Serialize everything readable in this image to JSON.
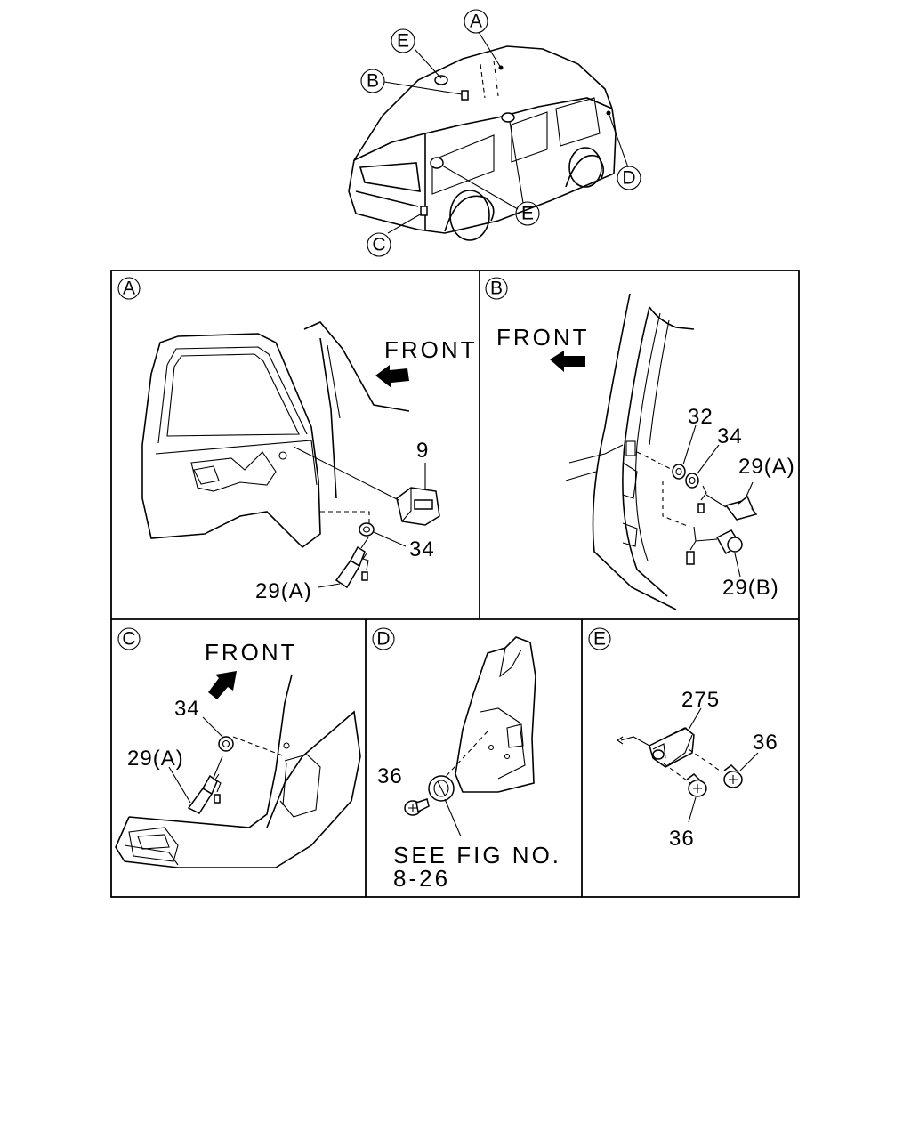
{
  "overview": {
    "callouts": [
      "A",
      "E",
      "B",
      "D",
      "E",
      "C"
    ]
  },
  "panels": {
    "A": {
      "badge": "A",
      "front_label": "FRONT",
      "parts": [
        "9",
        "34",
        "29(A)"
      ]
    },
    "B": {
      "badge": "B",
      "front_label": "FRONT",
      "parts": [
        "32",
        "34",
        "29(A)",
        "29(B)"
      ]
    },
    "C": {
      "badge": "C",
      "front_label": "FRONT",
      "parts": [
        "34",
        "29(A)"
      ]
    },
    "D": {
      "badge": "D",
      "parts": [
        "36"
      ],
      "note_line1": "SEE FIG NO.",
      "note_line2": "8-26"
    },
    "E": {
      "badge": "E",
      "parts": [
        "275",
        "36",
        "36"
      ]
    }
  }
}
